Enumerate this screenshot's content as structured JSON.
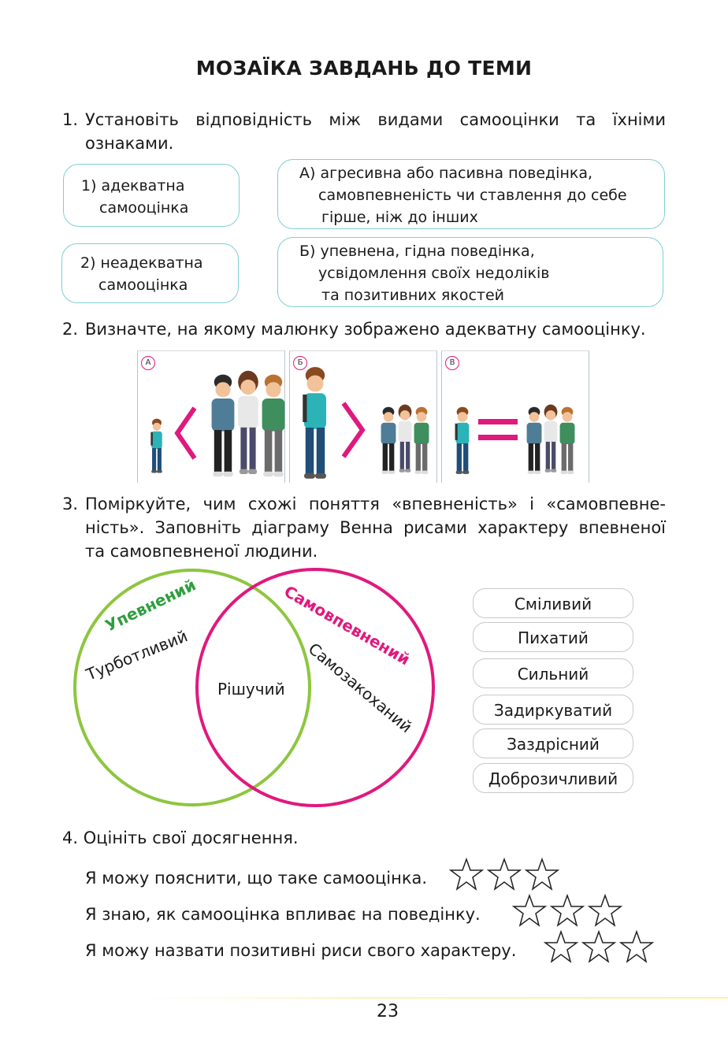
{
  "title": "МОЗАЇКА ЗАВДАНЬ ДО ТЕМИ",
  "q1": {
    "num": "1.",
    "text": "Установіть відповідність між видами самооцінки та їхніми ознаками.",
    "left": [
      {
        "line1": "1) адекватна",
        "line2": "самооцінка"
      },
      {
        "line1": "2) неадекватна",
        "line2": "самооцінка"
      }
    ],
    "right": [
      {
        "line1": "А) агресивна або пасивна поведінка,",
        "line2": "самовпевненість чи ставлення до себе",
        "line3": "гірше, ніж до інших"
      },
      {
        "line1": "Б) упевнена, гідна поведінка,",
        "line2": "усвідомлення своїх недоліків",
        "line3": "та позитивних якостей"
      }
    ]
  },
  "q2": {
    "num": "2.",
    "text": "Визначте, на якому малюнку зображено адекватну самооцінку.",
    "panels": [
      {
        "badge": "А",
        "symbol": "<"
      },
      {
        "badge": "Б",
        "symbol": ">"
      },
      {
        "badge": "В",
        "symbol": "="
      }
    ]
  },
  "q3": {
    "num": "3.",
    "line1": "Поміркуйте, чим схожі поняття «впевненість» і «самовпевне-",
    "line2": "ність». Заповніть діаграму Венна рисами характеру впевненої",
    "line3": "та самовпевненої людини.",
    "venn": {
      "left_label": "Упевнений",
      "right_label": "Самовпевнений",
      "left_word": "Турботливий",
      "center_word": "Рішучий",
      "right_word": "Самозакоханий",
      "left_color": "#8dc63f",
      "right_color": "#e0197d"
    },
    "traits": [
      "Сміливий",
      "Пихатий",
      "Сильний",
      "Задиркуватий",
      "Заздрісний",
      "Доброзичливий"
    ]
  },
  "q4": {
    "text": "4. Оцініть свої досягнення.",
    "rows": [
      {
        "text": "Я можу пояснити, що таке самооцінка.",
        "stars": 3
      },
      {
        "text": "Я знаю, як самооцінка впливає на поведінку.",
        "stars": 3
      },
      {
        "text": "Я можу назвати позитивні риси свого характеру.",
        "stars": 3
      }
    ]
  },
  "page_number": "23",
  "colors": {
    "box_border": "#7fcfd3",
    "accent_pink": "#e0197d",
    "accent_green": "#8dc63f"
  }
}
